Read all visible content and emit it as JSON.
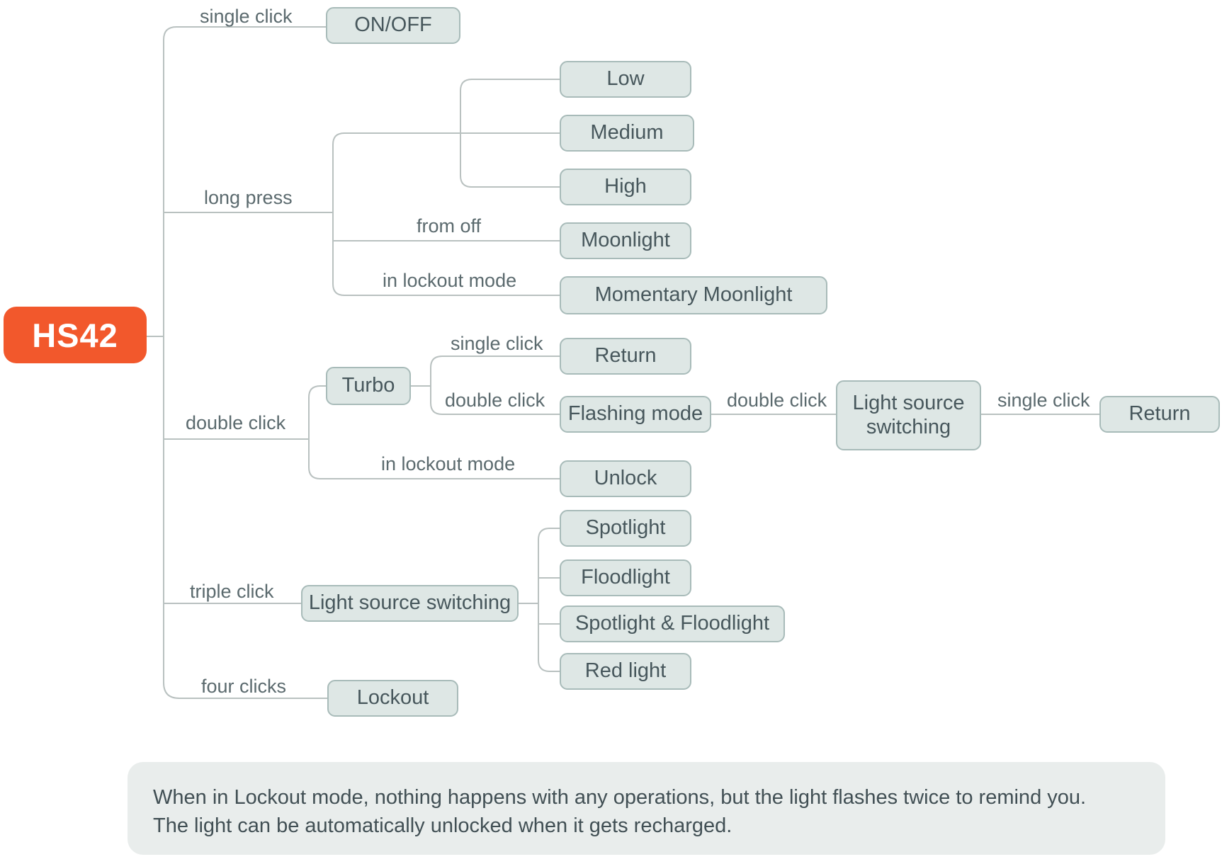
{
  "diagram": {
    "root": {
      "label": "HS42"
    },
    "colors": {
      "root_bg": "#f2582c",
      "node_bg": "#dee7e5",
      "node_border": "#a8bbb9",
      "node_text": "#47575c",
      "edge_line": "#b9c1c0",
      "edge_label_text": "#5b6a6e",
      "note_bg": "#e9edec",
      "note_text": "#414f54"
    },
    "nodes": {
      "on_off": "ON/OFF",
      "low": "Low",
      "medium": "Medium",
      "high": "High",
      "moonlight": "Moonlight",
      "momentary_moonlight": "Momentary Moonlight",
      "return_turbo": "Return",
      "turbo": "Turbo",
      "flashing_mode": "Flashing mode",
      "light_source_switching_double": "Light source switching",
      "return_flashing": "Return",
      "unlock": "Unlock",
      "light_source_switching_triple": "Light source switching",
      "spotlight": "Spotlight",
      "floodlight": "Floodlight",
      "spotlight_floodlight": "Spotlight & Floodlight",
      "red_light": "Red light",
      "lockout": "Lockout"
    },
    "edge_labels": {
      "single_click_root": "single click",
      "long_press": "long press",
      "from_off": "from off",
      "in_lockout_mode_long_press": "in lockout mode",
      "double_click_root": "double click",
      "single_click_turbo": "single click",
      "double_click_turbo": "double click",
      "double_click_flashing": "double click",
      "single_click_lss": "single click",
      "in_lockout_mode_double_click": "in lockout mode",
      "triple_click": "triple click",
      "four_clicks": "four clicks"
    },
    "note": {
      "line1": "When in Lockout mode, nothing happens with any operations, but the light flashes twice to remind you.",
      "line2": "The light can be automatically unlocked when it gets recharged."
    }
  }
}
